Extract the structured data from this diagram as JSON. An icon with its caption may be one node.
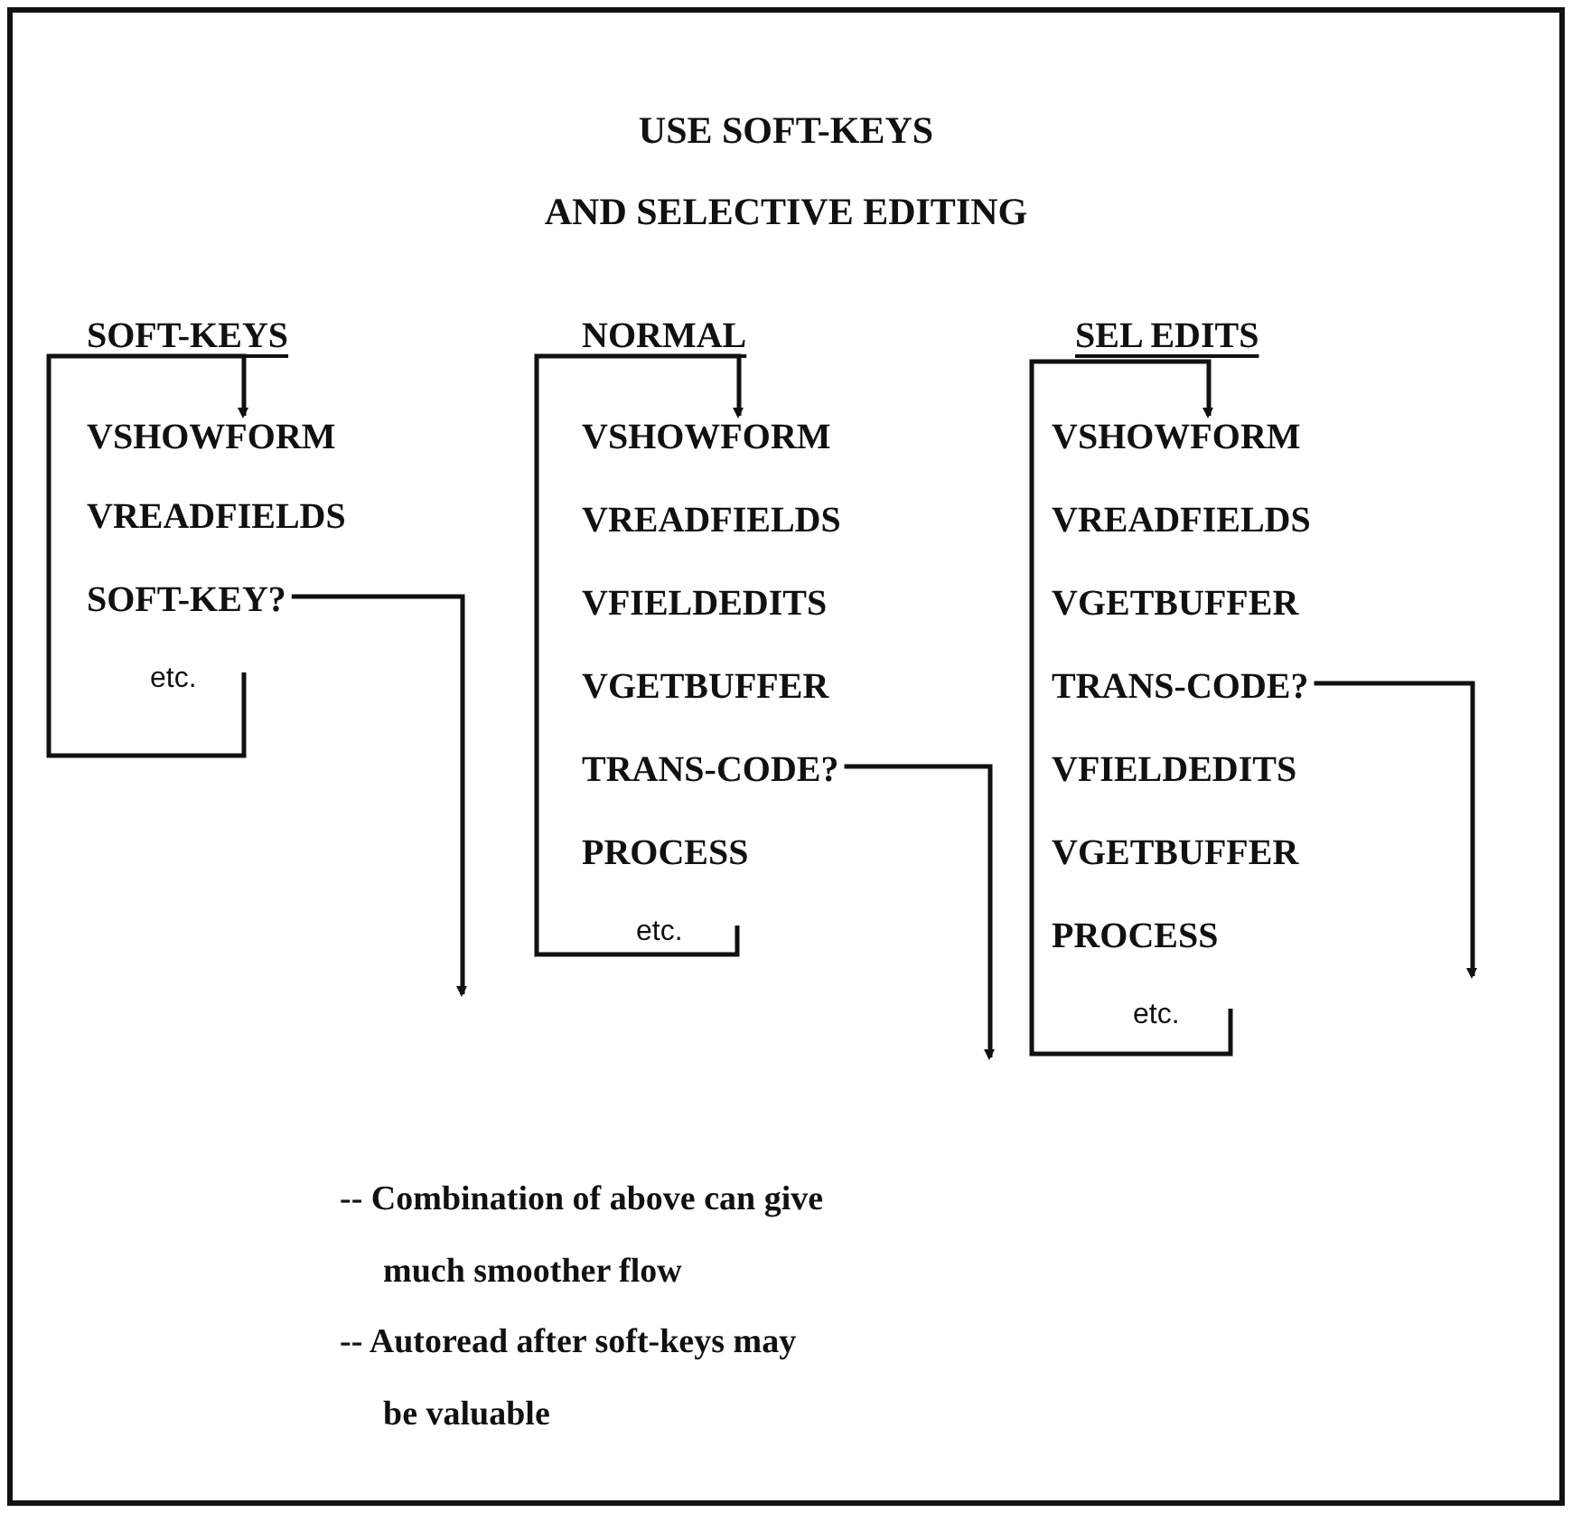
{
  "diagram": {
    "nodes": [
      {
        "text": [
          "VSHOWFORM"
        ]
      },
      {
        "text": [
          "VREADFIELDS"
        ]
      },
      {
        "text": [
          "SOFT-KEY?"
        ]
      },
      {
        "text": [
          "etc."
        ]
      },
      {
        "text": [
          "VSHOWFORM"
        ]
      },
      {
        "text": [
          "VREADFIELDS"
        ]
      },
      {
        "text": [
          "VFIELDEDITS"
        ]
      },
      {
        "text": [
          "VGETBUFFER"
        ]
      },
      {
        "text": [
          "TRANS-CODE?"
        ]
      },
      {
        "text": [
          "PROCESS"
        ]
      },
      {
        "text": [
          "etc."
        ]
      },
      {
        "text": [
          "VSHOWFORM"
        ]
      },
      {
        "text": [
          "VREADFIELDS"
        ]
      },
      {
        "text": [
          "VGETBUFFER"
        ]
      },
      {
        "text": [
          "TRANS-CODE?"
        ]
      },
      {
        "text": [
          "VFIELDEDITS"
        ]
      },
      {
        "text": [
          "VGETBUFFER"
        ]
      },
      {
        "text": [
          "PROCESS"
        ]
      },
      {
        "text": [
          "etc."
        ]
      }
    ],
    "edges": [
      {
        "from": 3,
        "to": 0,
        "arrow": "to"
      },
      {
        "from": 2,
        "to": null,
        "arrow": "to"
      },
      {
        "from": 10,
        "to": 4,
        "arrow": "to"
      },
      {
        "from": 8,
        "to": null,
        "arrow": "to"
      },
      {
        "from": 18,
        "to": 11,
        "arrow": "to"
      },
      {
        "from": 14,
        "to": null,
        "arrow": "to"
      }
    ],
    "labels": [
      "USE SOFT-KEYS",
      "AND SELECTIVE EDITING",
      "SOFT-KEYS",
      "NORMAL",
      "SEL EDITS",
      "-- Combination of above can give much smoother flow",
      "-- Autoread after soft-keys may be valuable"
    ]
  }
}
